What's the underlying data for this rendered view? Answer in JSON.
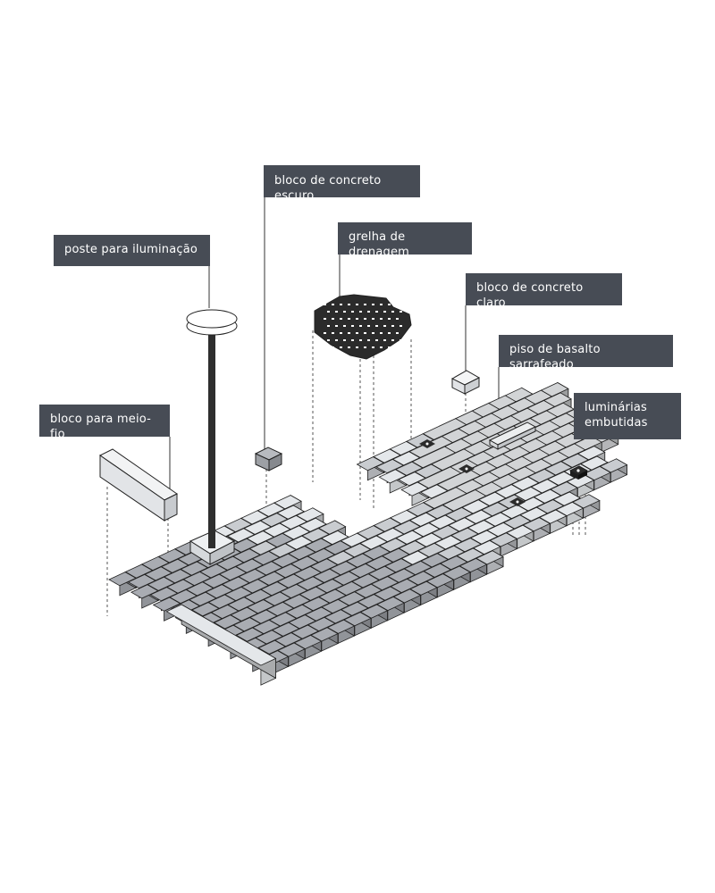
{
  "labels": {
    "curb_block": "bloco para meio-fio",
    "lighting_pole": "poste para iluminação",
    "dark_concrete_block": "bloco de concreto escuro",
    "drainage_grate": "grelha de drenagem",
    "light_concrete_block": "bloco de concreto claro",
    "basalt_floor": "piso de basalto sarrafeado",
    "embedded_lights_line1": "luminárias",
    "embedded_lights_line2": "embutidas"
  },
  "colors": {
    "label_background": "#474c55",
    "label_text": "#ffffff",
    "dark_block": "#a9acb2",
    "medium_block": "#c9ccd0",
    "light_block": "#e4e7ea",
    "basalt": "#d2d4d6",
    "grate": "#2b2b2b",
    "outline": "#222222"
  },
  "icons": [
    "lighting-pole-icon",
    "drainage-grate-icon",
    "curb-block-icon",
    "embedded-light-icon"
  ]
}
